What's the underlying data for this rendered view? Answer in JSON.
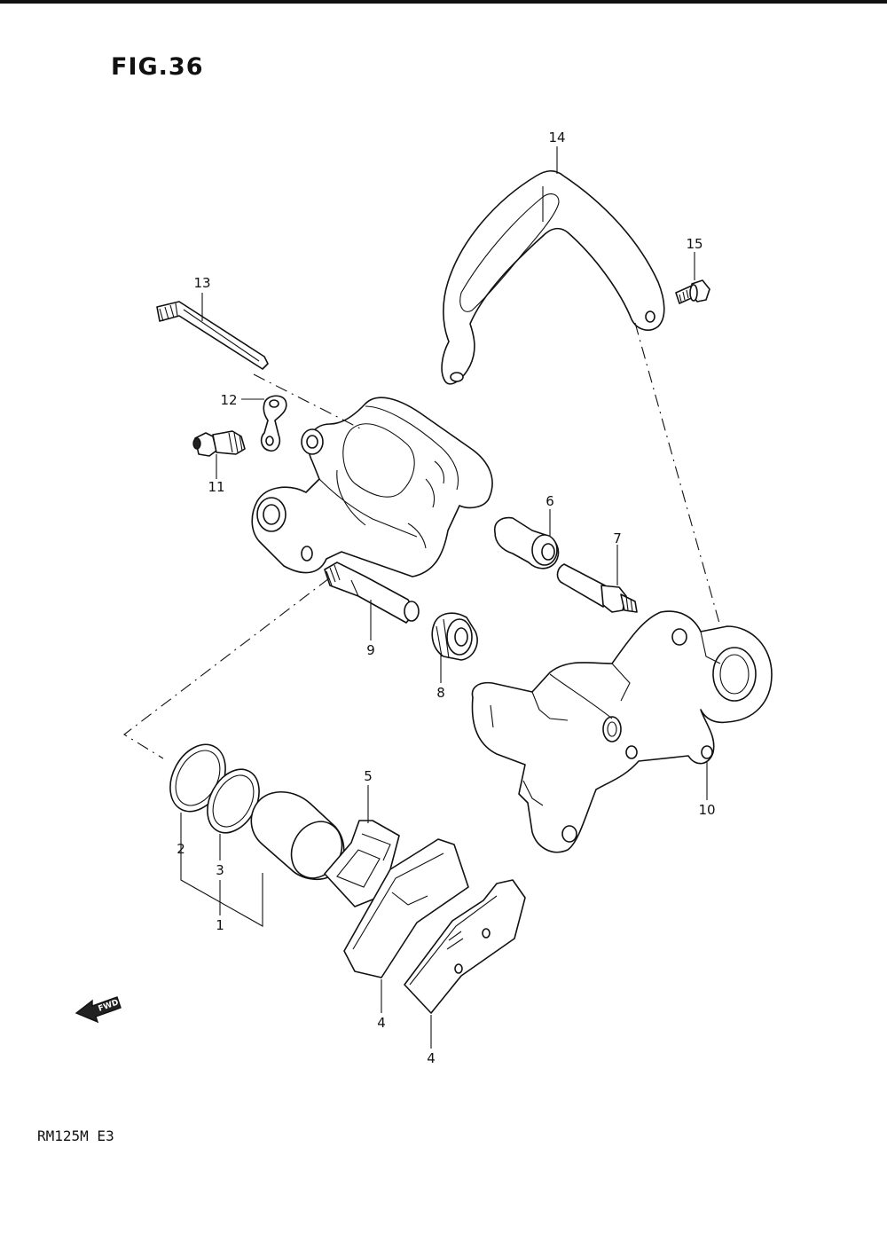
{
  "figure": {
    "title": "FIG.36",
    "model": "RM125M E3"
  },
  "direction_marker": {
    "text": "FWD",
    "icon": "forward-arrow-icon"
  },
  "callouts": [
    {
      "id": "callout-1",
      "label": "1"
    },
    {
      "id": "callout-2",
      "label": "2"
    },
    {
      "id": "callout-3",
      "label": "3"
    },
    {
      "id": "callout-4a",
      "label": "4"
    },
    {
      "id": "callout-4b",
      "label": "4"
    },
    {
      "id": "callout-5",
      "label": "5"
    },
    {
      "id": "callout-6",
      "label": "6"
    },
    {
      "id": "callout-7",
      "label": "7"
    },
    {
      "id": "callout-8",
      "label": "8"
    },
    {
      "id": "callout-9",
      "label": "9"
    },
    {
      "id": "callout-10",
      "label": "10"
    },
    {
      "id": "callout-11",
      "label": "11"
    },
    {
      "id": "callout-12",
      "label": "12"
    },
    {
      "id": "callout-13",
      "label": "13"
    },
    {
      "id": "callout-14",
      "label": "14"
    },
    {
      "id": "callout-15",
      "label": "15"
    }
  ]
}
